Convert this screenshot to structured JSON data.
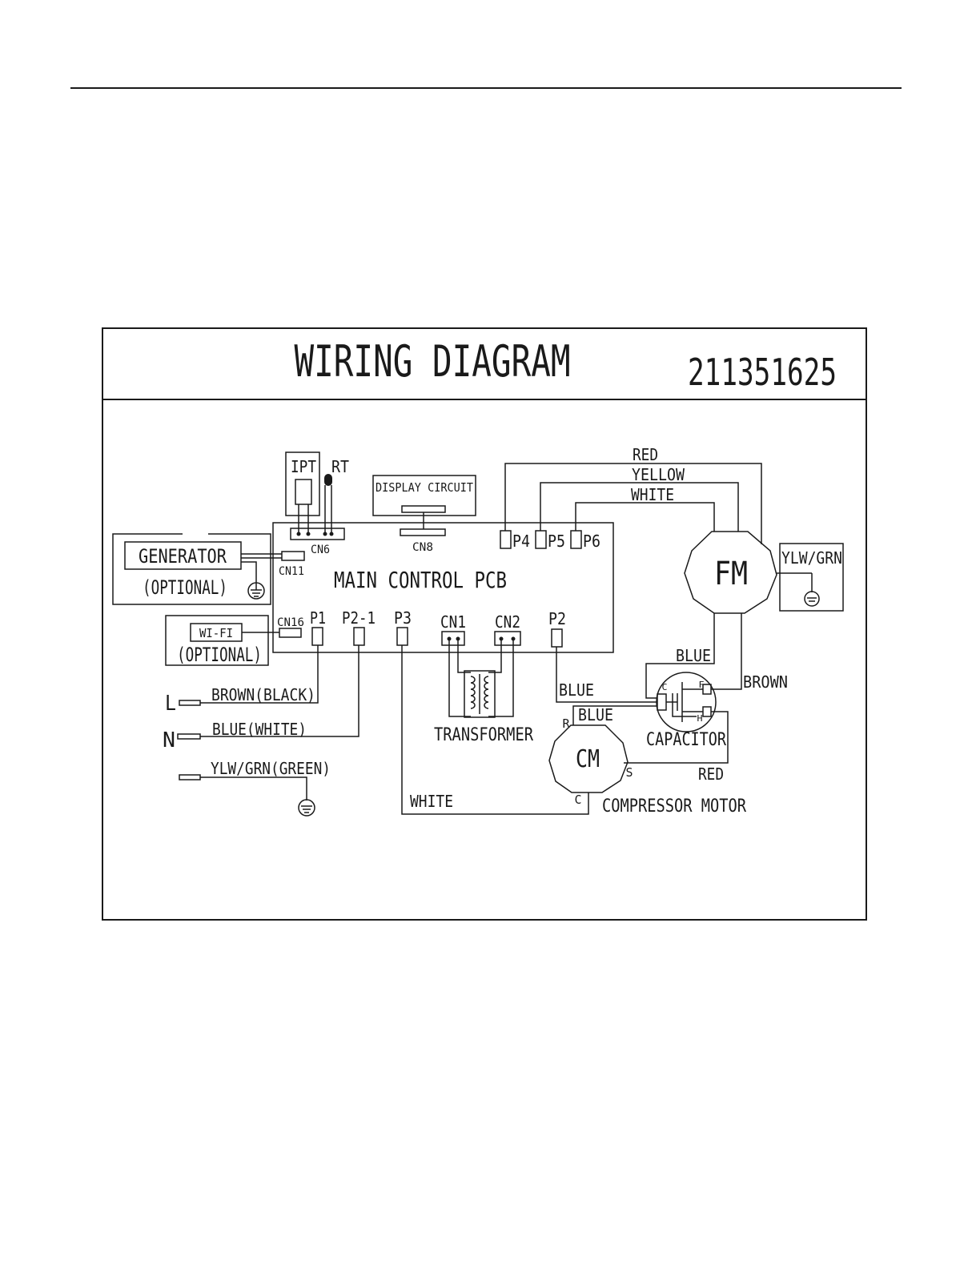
{
  "title": "WIRING DIAGRAM",
  "part_number": "211351625",
  "components": {
    "ipt": "IPT",
    "rt": "RT",
    "display_circuit": "DISPLAY CIRCUIT",
    "main_pcb": "MAIN CONTROL PCB",
    "generator": "GENERATOR",
    "generator_optional": "(OPTIONAL)",
    "wifi": "WI-FI",
    "wifi_optional": "(OPTIONAL)",
    "fan_motor": "FM",
    "compressor": "CM",
    "compressor_label": "COMPRESSOR MOTOR",
    "capacitor": "CAPACITOR",
    "transformer": "TRANSFORMER"
  },
  "connectors": {
    "cn6": "CN6",
    "cn8": "CN8",
    "cn11": "CN11",
    "cn16": "CN16",
    "cn1": "CN1",
    "cn2": "CN2",
    "p1": "P1",
    "p2_1": "P2-1",
    "p3": "P3",
    "p2": "P2",
    "p4": "P4",
    "p5": "P5",
    "p6": "P6"
  },
  "terminals": {
    "l": "L",
    "n": "N",
    "cm_r": "R",
    "cm_s": "S",
    "cm_c": "C",
    "cap_c": "C",
    "cap_f": "F",
    "cap_h": "H"
  },
  "wires": {
    "red_top": "RED",
    "yellow": "YELLOW",
    "white_top": "WHITE",
    "ylw_grn_fm": "YLW/GRN",
    "blue_fm": "BLUE",
    "brown_fm": "BROWN",
    "blue_p2": "BLUE",
    "blue_cm": "BLUE",
    "red_cm": "RED",
    "white_cm": "WHITE",
    "brown_black": "BROWN(BLACK)",
    "blue_white": "BLUE(WHITE)",
    "ylw_grn_green": "YLW/GRN(GREEN)"
  }
}
